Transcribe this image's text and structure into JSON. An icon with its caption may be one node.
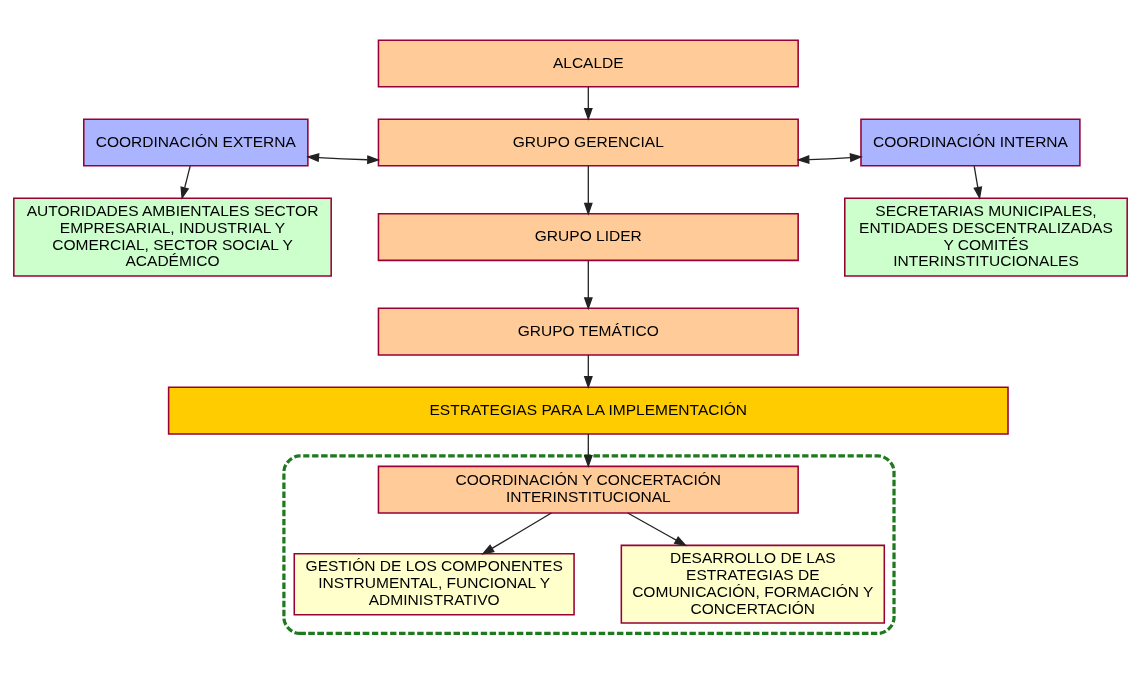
{
  "diagram": {
    "nodes": [
      {
        "text": [
          "ALCALDE"
        ]
      },
      {
        "text": [
          "COORDINACIÓN EXTERNA"
        ]
      },
      {
        "text": [
          "GRUPO GERENCIAL"
        ]
      },
      {
        "text": [
          "COORDINACIÓN INTERNA"
        ]
      },
      {
        "text": [
          "AUTORIDADES AMBIENTALES SECTOR EMPRESARIAL, INDUSTRIAL Y COMERCIAL, SECTOR SOCIAL Y ACADÉMICO"
        ]
      },
      {
        "text": [
          "GRUPO LIDER"
        ]
      },
      {
        "text": [
          "SECRETARIAS MUNICIPALES, ENTIDADES DESCENTRALIZADAS Y COMITÉS INTERINSTITUCIONALES"
        ]
      },
      {
        "text": [
          "GRUPO TEMÁTICO"
        ]
      },
      {
        "text": [
          "ESTRATEGIAS PARA LA IMPLEMENTACIÓN"
        ]
      },
      {
        "text": [],
        "shape": "ellipse"
      },
      {
        "text": [
          "COORDINACIÓN Y CONCERTACIÓN INTERINSTITUCIONAL"
        ],
        "in": 9
      },
      {
        "text": [
          "GESTIÓN DE LOS COMPONENTES INSTRUMENTAL, FUNCIONAL Y ADMINISTRATIVO"
        ],
        "in": 9
      },
      {
        "text": [
          "DESARROLLO DE LAS ESTRATEGIAS DE COMUNICACIÓN, FORMACIÓN Y CONCERTACIÓN"
        ],
        "in": 9
      }
    ],
    "edges": [
      {
        "from": 0,
        "to": 2,
        "arrow": "to"
      },
      {
        "from": 2,
        "to": 1,
        "arrow": "both"
      },
      {
        "from": 2,
        "to": 3,
        "arrow": "both"
      },
      {
        "from": 1,
        "to": 4,
        "arrow": "to"
      },
      {
        "from": 3,
        "to": 6,
        "arrow": "to"
      },
      {
        "from": 2,
        "to": 5,
        "arrow": "to"
      },
      {
        "from": 5,
        "to": 7,
        "arrow": "to"
      },
      {
        "from": 7,
        "to": 8,
        "arrow": "to"
      },
      {
        "from": 8,
        "to": 10,
        "arrow": "to"
      },
      {
        "from": 10,
        "to": 11,
        "arrow": "to"
      },
      {
        "from": 10,
        "to": 12,
        "arrow": "to"
      }
    ]
  }
}
